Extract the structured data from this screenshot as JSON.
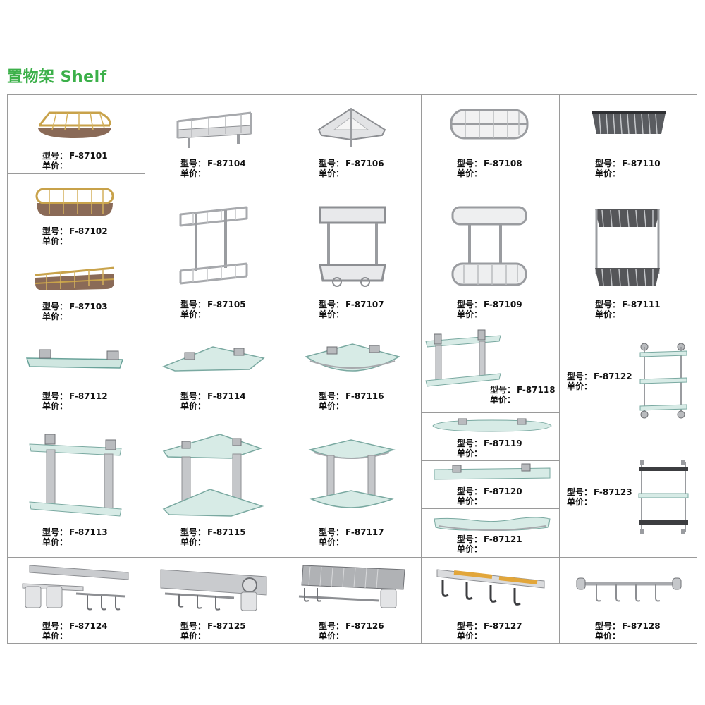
{
  "header": {
    "title": "置物架 Shelf"
  },
  "labels": {
    "model": "型号：",
    "price": "单价："
  },
  "products": [
    {
      "model": "F-87101"
    },
    {
      "model": "F-87102"
    },
    {
      "model": "F-87103"
    },
    {
      "model": "F-87104"
    },
    {
      "model": "F-87106"
    },
    {
      "model": "F-87108"
    },
    {
      "model": "F-87110"
    },
    {
      "model": "F-87105"
    },
    {
      "model": "F-87107"
    },
    {
      "model": "F-87109"
    },
    {
      "model": "F-87111"
    },
    {
      "model": "F-87112"
    },
    {
      "model": "F-87114"
    },
    {
      "model": "F-87116"
    },
    {
      "model": "F-87118"
    },
    {
      "model": "F-87122"
    },
    {
      "model": "F-87113"
    },
    {
      "model": "F-87115"
    },
    {
      "model": "F-87117"
    },
    {
      "model": "F-87119"
    },
    {
      "model": "F-87120"
    },
    {
      "model": "F-87121"
    },
    {
      "model": "F-87123"
    },
    {
      "model": "F-87124"
    },
    {
      "model": "F-87125"
    },
    {
      "model": "F-87126"
    },
    {
      "model": "F-87127"
    },
    {
      "model": "F-87128"
    }
  ]
}
